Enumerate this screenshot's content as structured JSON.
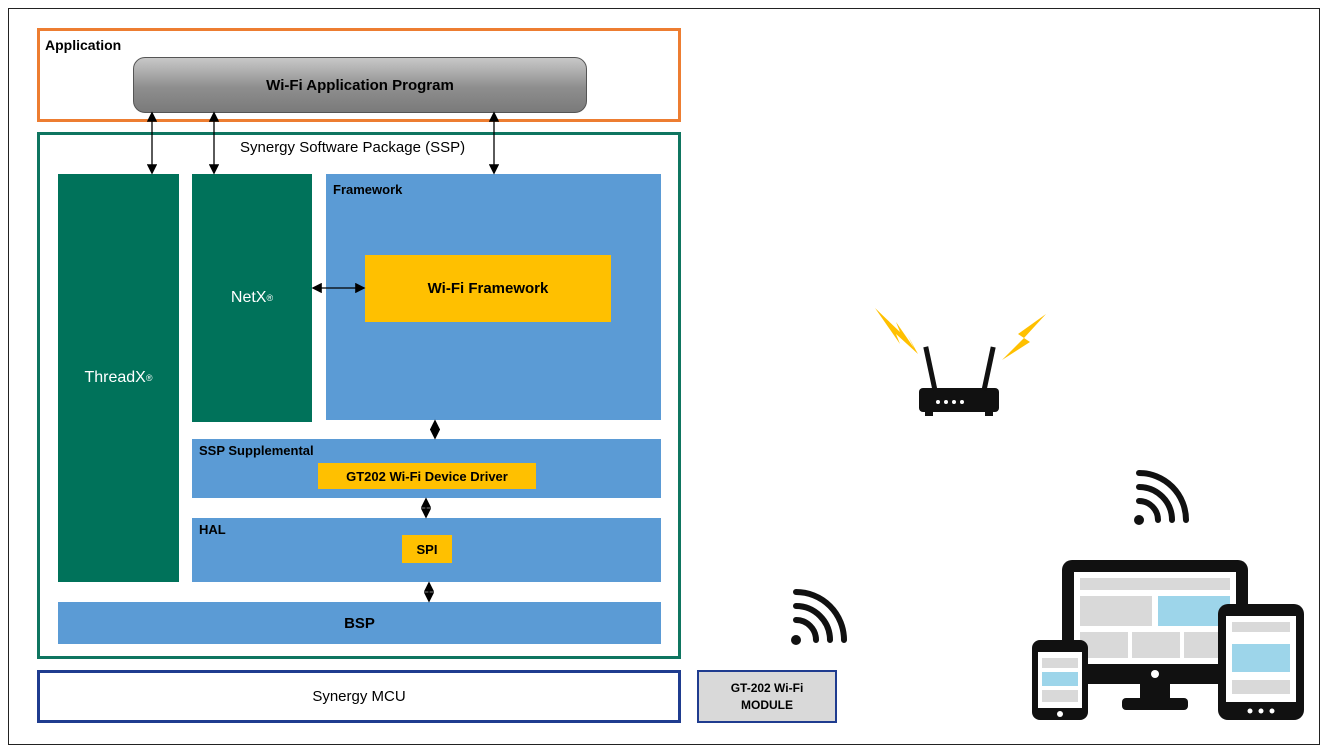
{
  "diagram": {
    "application_label": "Application",
    "wifi_app_program": "Wi-Fi Application Program",
    "ssp_label": "Synergy Software Package (SSP)",
    "threadx": "ThreadX",
    "netx": "NetX",
    "registered_mark": "®",
    "framework_label": "Framework",
    "wifi_framework": "Wi-Fi Framework",
    "ssp_supplemental_label": "SSP  Supplemental",
    "gt202_driver": "GT202 Wi-Fi Device Driver",
    "hal_label": "HAL",
    "spi": "SPI",
    "bsp": "BSP",
    "synergy_mcu": "Synergy MCU",
    "gt202_module_line1": "GT-202  Wi-Fi",
    "gt202_module_line2": "MODULE"
  },
  "icons": [
    "router-icon",
    "lightning-icon",
    "wifi-signal-icon",
    "devices-icon"
  ],
  "colors": {
    "application_border": "#ed7d31",
    "ssp_border": "#0f7560",
    "green_block": "#00725a",
    "blue_block": "#5b9bd5",
    "yellow_block": "#ffc000",
    "mcu_border": "#1f3c8f",
    "lightning": "#ffc000"
  }
}
